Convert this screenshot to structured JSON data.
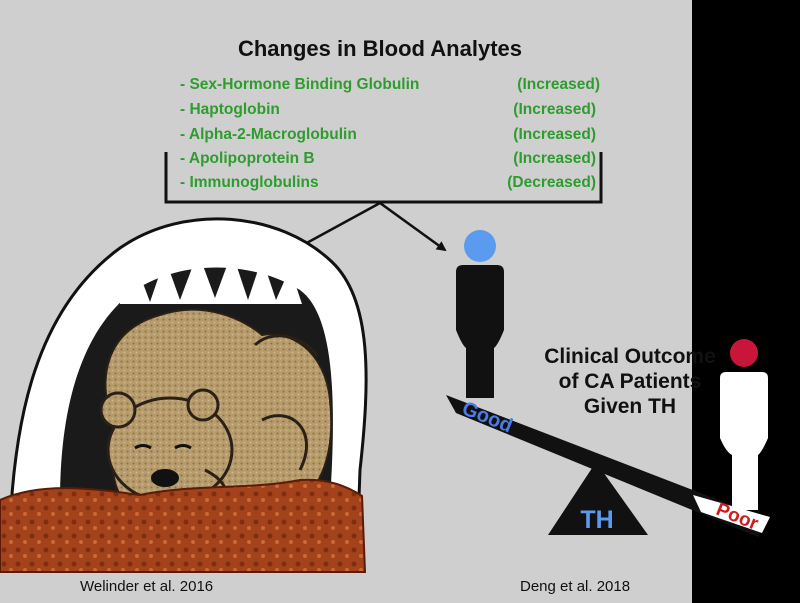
{
  "title": "Changes in Blood Analytes",
  "analytes": [
    {
      "name": "- Sex-Hormone Binding Globulin",
      "change": "(Increased)"
    },
    {
      "name": "- Haptoglobin",
      "change": "(Increased)"
    },
    {
      "name": "- Alpha-2-Macroglobulin",
      "change": "(Increased)"
    },
    {
      "name": "- Apolipoprotein B",
      "change": "(Increased)"
    },
    {
      "name": "- Immunoglobulins",
      "change": "(Decreased)"
    }
  ],
  "clinical_outcome": {
    "line1": "Clinical Outcome",
    "line2": "of CA Patients",
    "line3": "Given TH"
  },
  "seesaw": {
    "good": "Good",
    "poor": "Poor",
    "fulcrum": "TH"
  },
  "citations": {
    "left": "Welinder et al. 2016",
    "right": "Deng et al. 2018"
  },
  "colors": {
    "background": "#cfcfcf",
    "analyte_text": "#2e9c2e",
    "good_text": "#4a7be6",
    "poor_text": "#d01b1b",
    "head_good": "#5b9bef",
    "head_poor": "#c8153a",
    "fulcrum_text": "#5b9bef"
  }
}
